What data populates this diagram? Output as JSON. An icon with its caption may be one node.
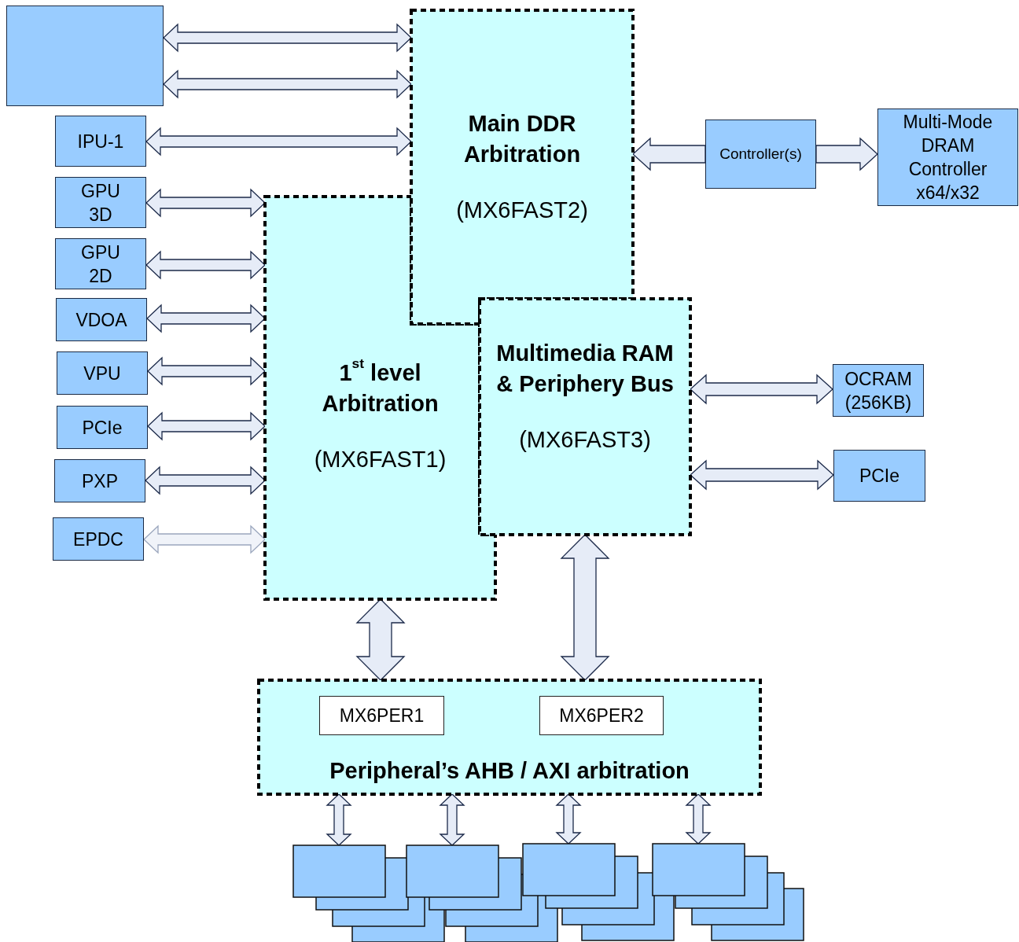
{
  "diagram": {
    "nodes": [
      {
        "text": [],
        "shape": "box"
      },
      {
        "text": [
          "IPU-1"
        ]
      },
      {
        "text": [
          "GPU 3D"
        ]
      },
      {
        "text": [
          "GPU 2D"
        ]
      },
      {
        "text": [
          "VDOA"
        ]
      },
      {
        "text": [
          "VPU"
        ]
      },
      {
        "text": [
          "PCIe"
        ]
      },
      {
        "text": [
          "PXP"
        ]
      },
      {
        "text": [
          "EPDC"
        ]
      },
      {
        "text": [
          "Main DDR Arbitration",
          "(MX6FAST2)"
        ]
      },
      {
        "text": [
          "1$^{st}$ level Arbitration",
          "(MX6FAST1)"
        ]
      },
      {
        "text": [
          "Multimedia RAM & Periphery Bus",
          "(MX6FAST3)"
        ]
      },
      {
        "text": [
          "Controller(s)"
        ]
      },
      {
        "text": [
          "Multi-Mode DRAM Controller x64/x32"
        ]
      },
      {
        "text": [
          "OCRAM (256KB)"
        ]
      },
      {
        "text": [
          "PCIe"
        ]
      },
      {
        "text": [
          "Peripheral’s AHB / AXI arbitration"
        ]
      },
      {
        "text": [
          "MX6PER1"
        ],
        "in": 16
      },
      {
        "text": [
          "MX6PER2"
        ],
        "in": 16
      },
      {
        "text": [],
        "shape": "box"
      },
      {
        "text": [],
        "shape": "box"
      },
      {
        "text": [],
        "shape": "box"
      },
      {
        "text": [],
        "shape": "box"
      }
    ],
    "edges": [
      {
        "from": 0,
        "to": 9,
        "arrow": "both"
      },
      {
        "from": 0,
        "to": 9,
        "arrow": "both"
      },
      {
        "from": 1,
        "to": 9,
        "arrow": "both"
      },
      {
        "from": 2,
        "to": 10,
        "arrow": "both"
      },
      {
        "from": 3,
        "to": 10,
        "arrow": "both"
      },
      {
        "from": 4,
        "to": 10,
        "arrow": "both"
      },
      {
        "from": 5,
        "to": 10,
        "arrow": "both"
      },
      {
        "from": 6,
        "to": 10,
        "arrow": "both"
      },
      {
        "from": 7,
        "to": 10,
        "arrow": "both"
      },
      {
        "from": 8,
        "to": 10,
        "arrow": "both",
        "color": "#9aa6bd"
      },
      {
        "from": 12,
        "to": 9,
        "arrow": "to"
      },
      {
        "from": 12,
        "to": 13,
        "arrow": "to"
      },
      {
        "from": 11,
        "to": 14,
        "arrow": "both"
      },
      {
        "from": 11,
        "to": 15,
        "arrow": "both"
      },
      {
        "from": 10,
        "to": 16,
        "arrow": "both"
      },
      {
        "from": 11,
        "to": 16,
        "arrow": "both"
      },
      {
        "from": 16,
        "to": 19,
        "arrow": "both"
      },
      {
        "from": 16,
        "to": 20,
        "arrow": "both"
      },
      {
        "from": 16,
        "to": 21,
        "arrow": "both"
      },
      {
        "from": 16,
        "to": 22,
        "arrow": "both"
      }
    ]
  }
}
